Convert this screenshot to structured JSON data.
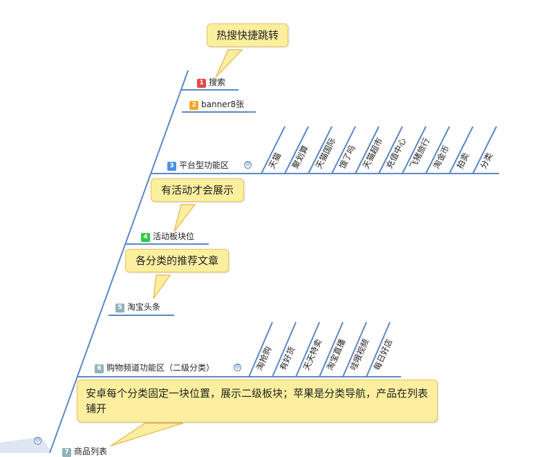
{
  "branches": [
    {
      "num": "1",
      "color": "#e04a4a",
      "label": "搜索"
    },
    {
      "num": "2",
      "color": "#f5a623",
      "label": "banner8张"
    },
    {
      "num": "3",
      "color": "#4a90e2",
      "label": "平台型功能区",
      "collapse_glyph": "⊖",
      "children": [
        "天猫",
        "聚划算",
        "天猫国际",
        "饿了吗",
        "天猫超市",
        "充值中心",
        "飞猪旅行",
        "淘金币",
        "拍卖",
        "分类"
      ]
    },
    {
      "num": "4",
      "color": "#2ecc40",
      "label": "活动板块位"
    },
    {
      "num": "5",
      "color": "#8fb3b8",
      "label": "淘宝头条"
    },
    {
      "num": "6",
      "color": "#8fb3b8",
      "label": "购物频道功能区（二级分类）",
      "collapse_glyph": "⊖",
      "children": [
        "淘抢购",
        "有好货",
        "天天特卖",
        "淘宝直播",
        "哇哦视频",
        "每日好店"
      ]
    },
    {
      "num": "7",
      "color": "#8fb3b8",
      "label": "商品列表"
    }
  ],
  "callouts": [
    {
      "text": "热搜快捷跳转"
    },
    {
      "text": "有活动才会展示"
    },
    {
      "text": "各分类的推荐文章"
    },
    {
      "text": "安卓每个分类固定一块位置，展示二级板块；苹果是分类导航，产品在列表铺开"
    }
  ],
  "root_collapse_glyph": "⊖",
  "colors": {
    "line": "#5b87c7",
    "callout_fill": "#fbef9f",
    "callout_border": "#e9c062"
  }
}
